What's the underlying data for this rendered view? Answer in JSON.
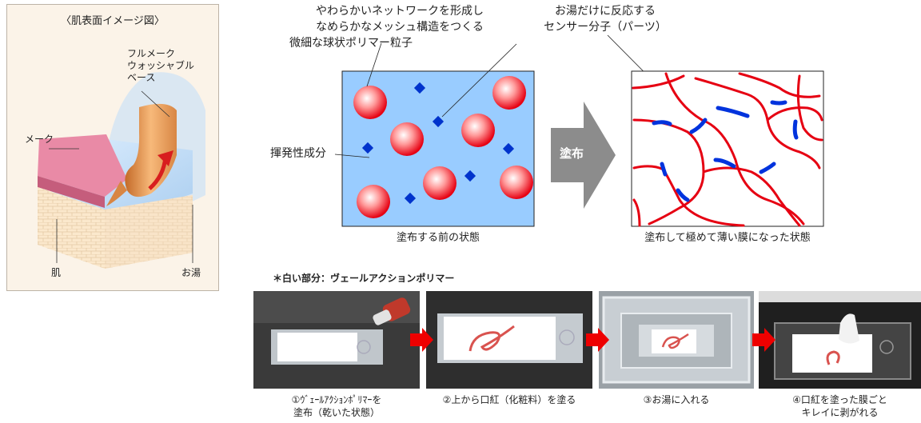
{
  "skin_panel": {
    "title": "〈肌表面イメージ図〉",
    "label_base": [
      "フルメーク",
      "ウォッシャブル",
      "ベース"
    ],
    "label_makeup": "メーク",
    "label_skin": "肌",
    "label_water": "お湯"
  },
  "top_annotations": {
    "polymer_desc": [
      "やわらかいネットワークを形成し",
      "なめらかなメッシュ構造をつくる",
      "微細な球状ポリマー粒子"
    ],
    "sensor_desc": [
      "お湯だけに反応する",
      "センサー分子（パーツ）"
    ],
    "volatile": "揮発性成分"
  },
  "arrow_label": "塗布",
  "before_caption": "塗布する前の状態",
  "after_caption": "塗布して極めて薄い膜になった状態",
  "photo_note": "＊白い部分：ヴェールアクションポリマー",
  "steps": [
    {
      "caption": [
        "①ｳﾞｪｰﾙｱｸｼｮﾝﾎﾟﾘﾏｰを",
        "塗布（乾いた状態）"
      ]
    },
    {
      "caption": [
        "②上から口紅（化粧料）を塗る"
      ]
    },
    {
      "caption": [
        "③お湯に入れる"
      ]
    },
    {
      "caption": [
        "④口紅を塗った膜ごと",
        "キレイに剥がれる"
      ]
    }
  ],
  "colors": {
    "before_bg": "#99ccff",
    "sphere": "#e60012",
    "diamond": "#0033cc",
    "chain_red": "#e60012",
    "chain_blue": "#0033dd",
    "arrow_gray": "#8c8c8c",
    "photo_arrow": "#ee0000"
  }
}
